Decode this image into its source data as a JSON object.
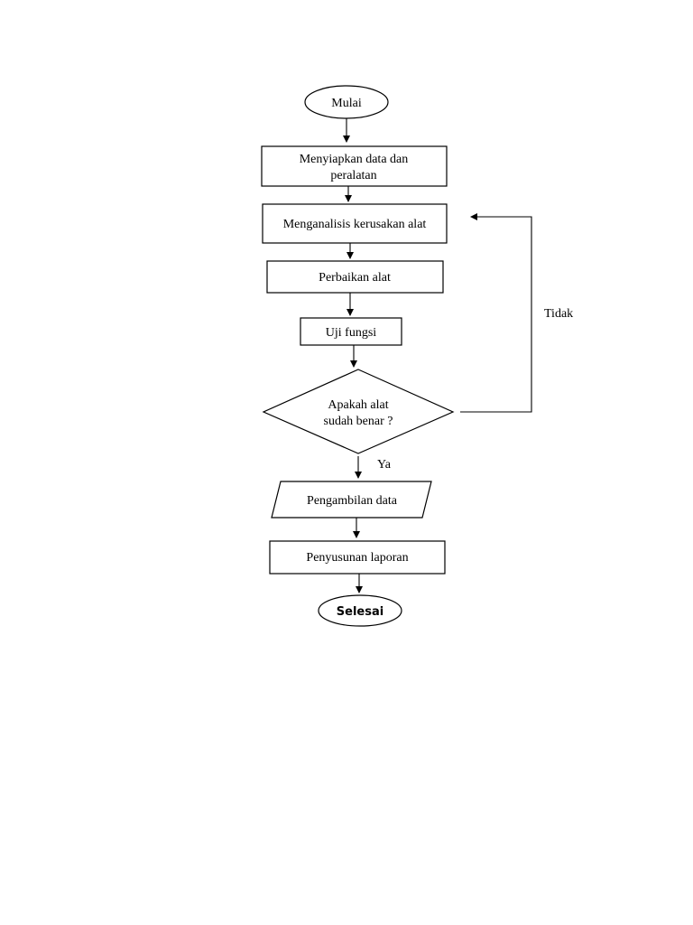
{
  "flowchart": {
    "start": "Mulai",
    "step1_line1": "Menyiapkan data dan",
    "step1_line2": "peralatan",
    "step2": "Menganalisis kerusakan alat",
    "step3": "Perbaikan alat",
    "step4": "Uji fungsi",
    "decision_line1": "Apakah alat",
    "decision_line2": "sudah benar ?",
    "no_label": "Tidak",
    "yes_label": "Ya",
    "step5": "Pengambilan data",
    "step6": "Penyusunan laporan",
    "end": "Selesai"
  }
}
